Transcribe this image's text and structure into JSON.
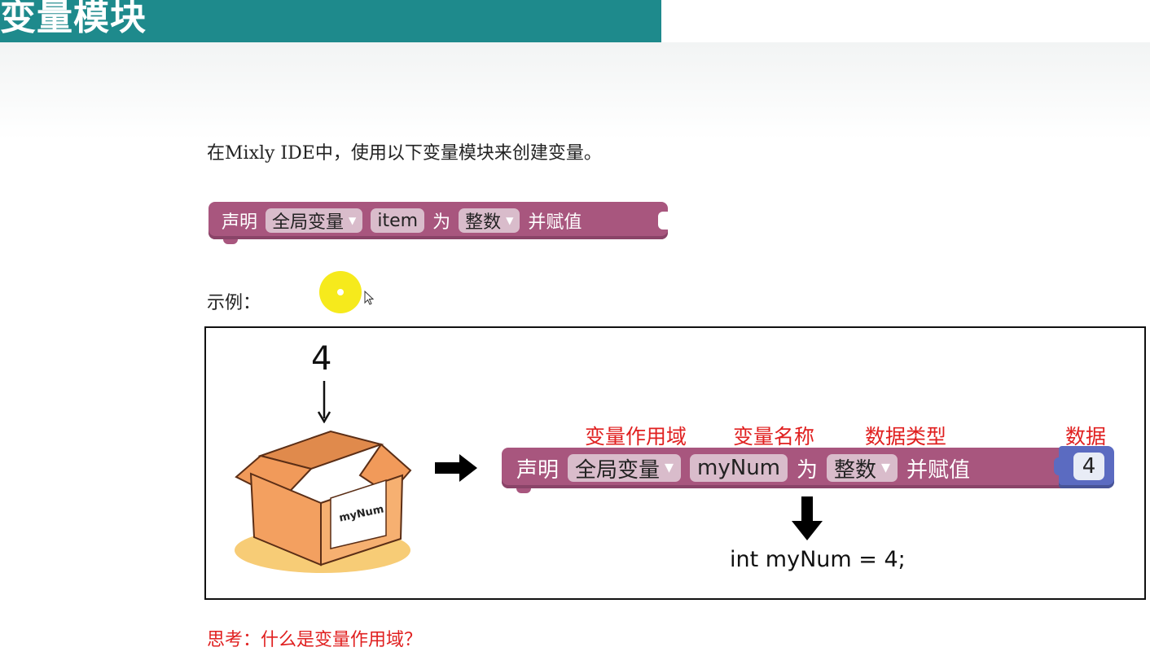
{
  "slide": {
    "title": "变量模块",
    "intro": "在Mixly IDE中，使用以下变量模块来创建变量。",
    "example_label": "示例：",
    "question": "思考：什么是变量作用域？"
  },
  "block_template": {
    "declare": "声明",
    "scope": "全局变量",
    "name": "item",
    "as": "为",
    "type": "整数",
    "assign": "并赋值"
  },
  "diagram": {
    "value": "4",
    "box_label": "myNum",
    "annotations": {
      "scope": "变量作用域",
      "name": "变量名称",
      "type": "数据类型",
      "data": "数据"
    },
    "block": {
      "declare": "声明",
      "scope": "全局变量",
      "name": "myNum",
      "as": "为",
      "type": "整数",
      "assign": "并赋值",
      "value": "4"
    },
    "code": "int myNum = 4;"
  },
  "colors": {
    "title_bar": "#1e8a8c",
    "block": "#a8567e",
    "value_block": "#5b6bc1",
    "annotation": "#e02020",
    "cursor_highlight": "#f6ea1c"
  },
  "icons": [
    "dropdown-triangle-icon",
    "down-arrow-icon",
    "right-arrow-icon",
    "cursor-icon",
    "box-icon"
  ]
}
